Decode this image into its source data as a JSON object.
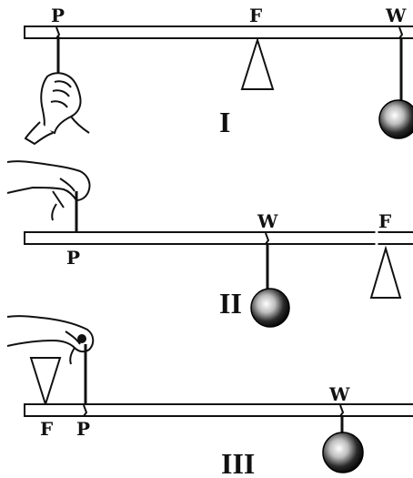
{
  "panels": [
    {
      "numeral": "I",
      "labels": {
        "power": "P",
        "fulcrum": "F",
        "weight": "W"
      }
    },
    {
      "numeral": "II",
      "labels": {
        "power": "P",
        "fulcrum": "F",
        "weight": "W"
      }
    },
    {
      "numeral": "III",
      "labels": {
        "power": "P",
        "fulcrum": "F",
        "weight": "W"
      }
    }
  ],
  "colors": {
    "ink": "#111111",
    "paper": "#ffffff"
  },
  "icons": {
    "hand": "hand-icon",
    "weight_ball": "weight-ball-icon",
    "fulcrum": "fulcrum-triangle-icon"
  }
}
